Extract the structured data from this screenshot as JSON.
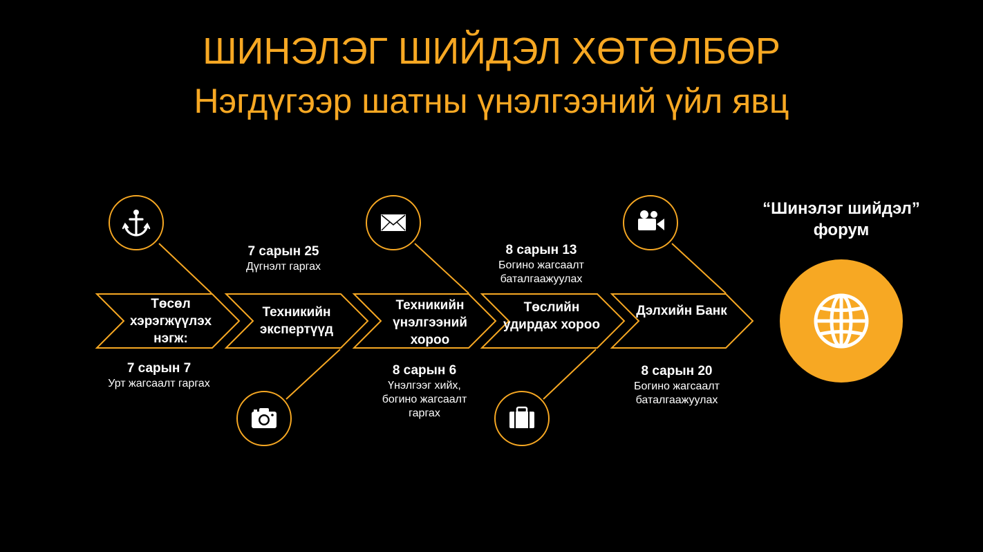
{
  "title": "ШИНЭЛЭГ ШИЙДЭЛ ХӨТӨЛБӨР",
  "subtitle": "Нэгдүгээр шатны үнэлгээний үйл явц",
  "colors": {
    "accent": "#f7a823",
    "background": "#000000",
    "text": "#ffffff"
  },
  "steps": [
    {
      "label": "Төсөл хэрэгжүүлэх нэгж:",
      "icon": "anchor-icon"
    },
    {
      "label": "Техникийн экспертүүд",
      "icon": "camera-icon"
    },
    {
      "label": "Техникийн үнэлгээний хороо",
      "icon": "envelope-icon"
    },
    {
      "label": "Төслийн удирдах хороо",
      "icon": "briefcase-icon"
    },
    {
      "label": "Дэлхийн Банк",
      "icon": "video-camera-icon"
    }
  ],
  "milestones": [
    {
      "date": "7 сарын 7",
      "text": "Урт жагсаалт гаргах"
    },
    {
      "date": "7 сарын 25",
      "text": "Дүгнэлт гаргах"
    },
    {
      "date": "8 сарын 6",
      "text": "Үнэлгээг хийх, богино жагсаалт гаргах"
    },
    {
      "date": "8 сарын 13",
      "text": "Богино жагсаалт баталгаажуулах"
    },
    {
      "date": "8 сарын 20",
      "text": "Богино жагсаалт баталгаажуулах"
    }
  ],
  "forum": {
    "label": "“Шинэлэг шийдэл” форум",
    "icon": "globe-icon"
  }
}
